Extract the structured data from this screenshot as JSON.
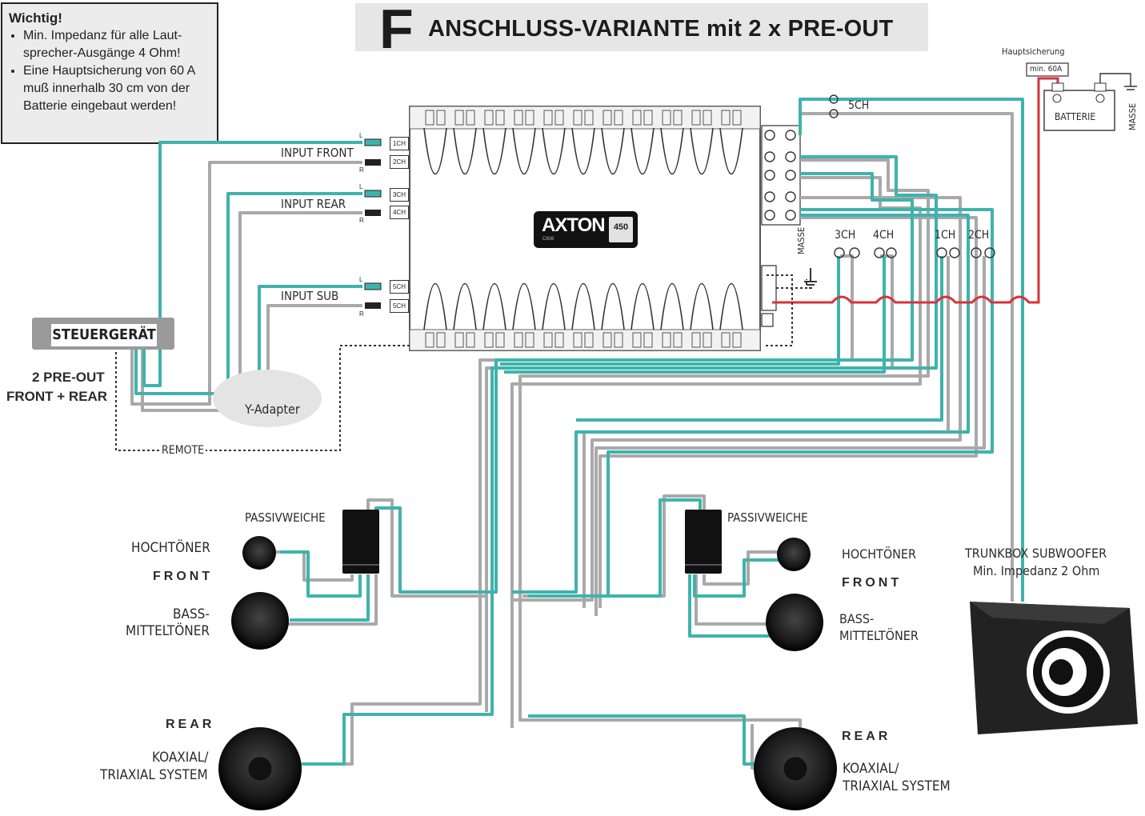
{
  "notice": {
    "title": "Wichtig!",
    "item1": "Min. Impedanz für alle Laut-sprecher-Ausgänge    4   Ohm!",
    "item2": "Eine Hauptsicherung von 60 A muß innerhalb 30 cm von der Batterie eingebaut werden!"
  },
  "header": {
    "letter": "F",
    "title": "ANSCHLUSS-VARIANTE mit 2 x PRE-OUT"
  },
  "inputs": {
    "front": "INPUT FRONT",
    "rear": "INPUT REAR",
    "sub": "INPUT SUB",
    "left": "L",
    "right": "R"
  },
  "channel_tags": [
    "1CH",
    "2CH",
    "3CH",
    "4CH",
    "5CH",
    "5CH"
  ],
  "amplifier": {
    "brand": "AXTON",
    "model": "C608",
    "watts": "450"
  },
  "outputs": {
    "ch5": "5CH",
    "ch3": "3CH",
    "ch4": "4CH",
    "ch1": "1CH",
    "ch2": "2CH"
  },
  "power": {
    "fuse_label": "Hauptsicherung",
    "fuse_value": "min. 60A",
    "battery": "BATTERIE",
    "ground": "MASSE",
    "amp_ground": "MASSE"
  },
  "control": {
    "unit": "STEUERGERÄT",
    "preout_line1": "2 PRE-OUT",
    "preout_line2": "FRONT + REAR",
    "yadapter": "Y-Adapter",
    "remote": "REMOTE"
  },
  "left_front": {
    "crossover": "PASSIVWEICHE",
    "tweeter": "HOCHTÖNER",
    "position": "FRONT",
    "woofer_line1": "BASS-",
    "woofer_line2": "MITTELTÖNER"
  },
  "right_front": {
    "crossover": "PASSIVWEICHE",
    "tweeter": "HOCHTÖNER",
    "position": "FRONT",
    "woofer_line1": "BASS-",
    "woofer_line2": "MITTELTÖNER"
  },
  "left_rear": {
    "position": "REAR",
    "system_line1": "KOAXIAL/",
    "system_line2": "TRIAXIAL SYSTEM"
  },
  "right_rear": {
    "position": "REAR",
    "system_line1": "KOAXIAL/",
    "system_line2": "TRIAXIAL SYSTEM"
  },
  "subwoofer": {
    "title": "TRUNKBOX SUBWOOFER",
    "impedance": "Min. Impedanz 2 Ohm"
  },
  "colors": {
    "signal": "#3fb3ac",
    "gray": "#a9a9a9",
    "power": "#d9323a",
    "dark": "#1a1a1a"
  }
}
